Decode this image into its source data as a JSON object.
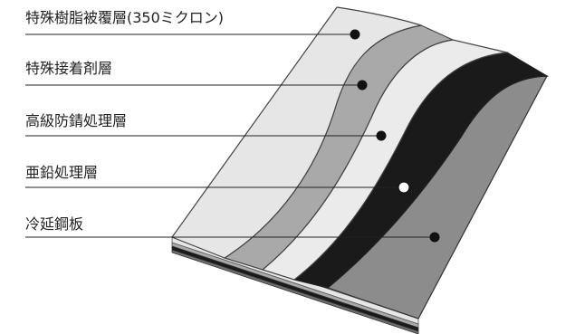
{
  "layers": [
    {
      "label": "特殊樹脂被覆層(350ミクロン)",
      "color": "#e6e6e6",
      "marker": "filled"
    },
    {
      "label": "特殊接着剤層",
      "color": "#a9a9a9",
      "marker": "filled"
    },
    {
      "label": "高級防錆処理層",
      "color": "#ebebeb",
      "marker": "filled"
    },
    {
      "label": "亜鉛処理層",
      "color": "#1a1a1a",
      "marker": "hollow"
    },
    {
      "label": "冷延鋼板",
      "color": "#8c8c8c",
      "marker": "filled"
    }
  ]
}
